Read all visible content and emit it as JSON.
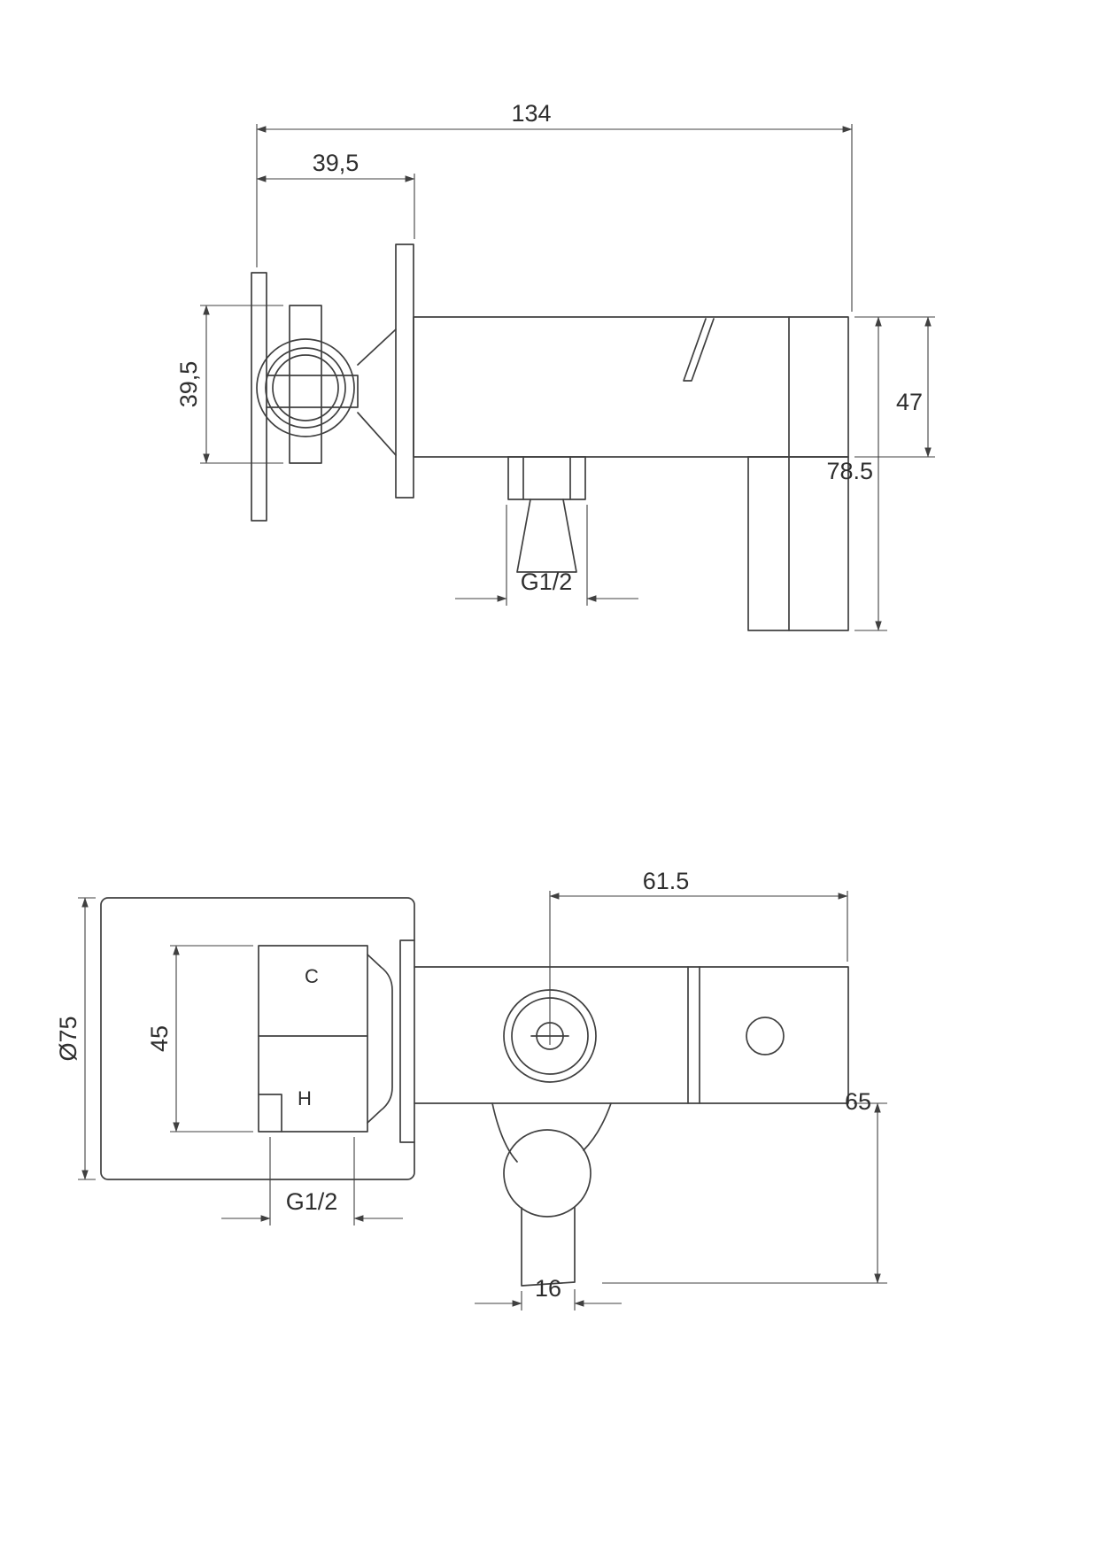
{
  "sheet": {
    "background": "#ffffff",
    "line_color": "#404040"
  },
  "top_view": {
    "total_width": "134",
    "plate_offset": "39,5",
    "inlet_height": "39,5",
    "body_height": "47",
    "drop_depth": "78.5",
    "outlet_thread": "G1/2"
  },
  "front_view": {
    "plate_diameter": "Ø75",
    "port_height": "45",
    "cold_label": "C",
    "hot_label": "H",
    "inlet_thread": "G1/2",
    "outlet_offset": "61.5",
    "handle_drop": "65",
    "stem_width": "16"
  }
}
